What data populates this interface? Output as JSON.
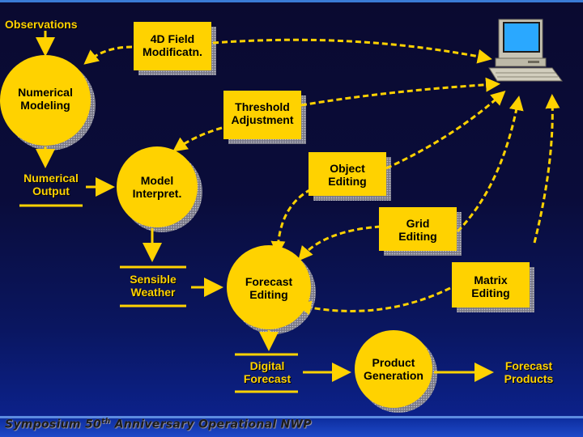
{
  "nodes": {
    "observations": "Observations",
    "field_4d": "4D Field\nModificatn.",
    "numerical_modeling": "Numerical\nModeling",
    "threshold": "Threshold\nAdjustment",
    "numerical_output": "Numerical\nOutput",
    "model_interpret": "Model\nInterpret.",
    "object_editing": "Object\nEditing",
    "grid_editing": "Grid\nEditing",
    "sensible_weather": "Sensible\nWeather",
    "forecast_editing": "Forecast\nEditing",
    "matrix_editing": "Matrix\nEditing",
    "digital_forecast": "Digital\nForecast",
    "product_generation": "Product\nGeneration",
    "forecast_products": "Forecast\nProducts"
  },
  "footer": {
    "prefix": "Symposium 50",
    "superscript": "th",
    "suffix": " Anniversary Operational NWP"
  },
  "colors": {
    "node_fill": "#ffd200",
    "node_shadow": "#9a9aa6",
    "arrow_color": "#ffd200",
    "monitor_screen": "#2aa8ff"
  }
}
